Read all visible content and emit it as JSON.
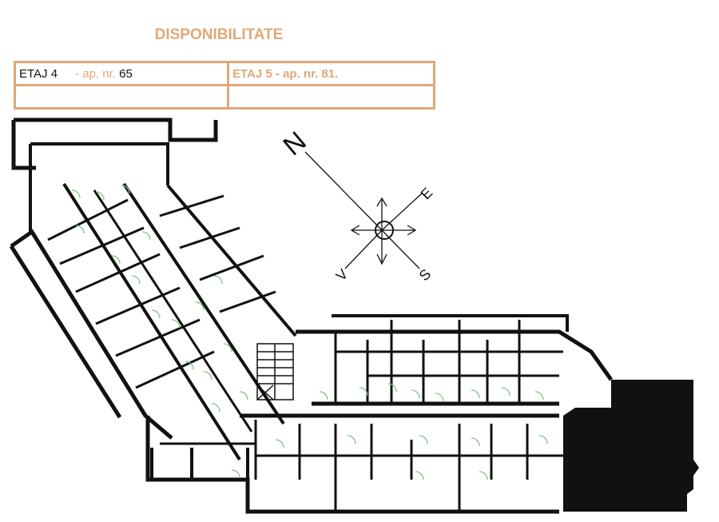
{
  "title": "DISPONIBILITATE",
  "table": {
    "cell1": {
      "label": "ETAJ  4",
      "separator": "- ap. nr.",
      "number": "65"
    },
    "cell2": "ETAJ 5  -  ap. nr. 81."
  },
  "compass": {
    "n": "N",
    "e": "E",
    "s": "S",
    "v": "V"
  },
  "colors": {
    "accent": "#e0a878",
    "wall": "#111111",
    "door": "#7cc47a"
  }
}
